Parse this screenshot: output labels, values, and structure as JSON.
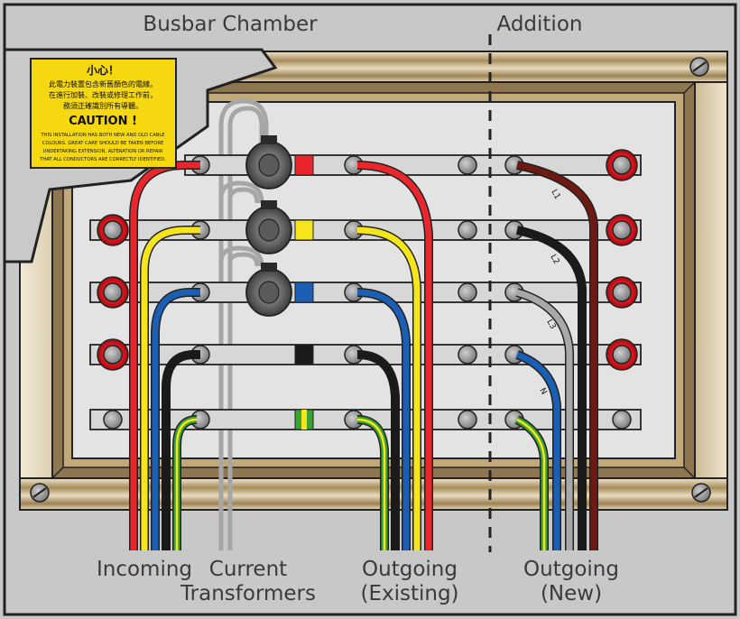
{
  "titles": {
    "busbar_chamber": "Busbar Chamber",
    "addition": "Addition"
  },
  "warning": {
    "zh_title": "小心！",
    "zh_line1": "此電力裝置包含新舊顏色的電線。",
    "zh_line2": "在進行加裝、改裝或修理工作前，",
    "zh_line3": "務須正確識別所有導體。",
    "en_title": "CAUTION !",
    "en_line1": "THIS INSTALLATION HAS BOTH NEW AND OLD CABLE",
    "en_line2": "COLOURS. GREAT CARE SHOULD BE TAKEN BEFORE",
    "en_line3": "UNDERTAKING EXTENSION, ALTERATION OR REPAIR",
    "en_line4": "THAT ALL CONDUCTORS ARE CORRECTLY IDENTIFIED.",
    "colors": {
      "background": "#f5d80f",
      "border": "#222222"
    }
  },
  "cable_tags": {
    "l1": "L1",
    "l2": "L2",
    "l3": "L3",
    "n": "N"
  },
  "bottom_labels": {
    "incoming": "Incoming",
    "current": "Current",
    "transformers": "Transformers",
    "outgoing_existing_1": "Outgoing",
    "outgoing_existing_2": "(Existing)",
    "outgoing_new_1": "Outgoing",
    "outgoing_new_2": "(New)"
  },
  "colors": {
    "background": "#c9c9c9",
    "wire_red": "#e8262b",
    "wire_yellow": "#f6e51c",
    "wire_blue": "#1a5fb4",
    "wire_black": "#1a1a1a",
    "wire_brown": "#6e1a12",
    "wire_grey": "#a8a8a8",
    "wire_green": "#3aa335",
    "frame_gold": "#b29a6c"
  }
}
